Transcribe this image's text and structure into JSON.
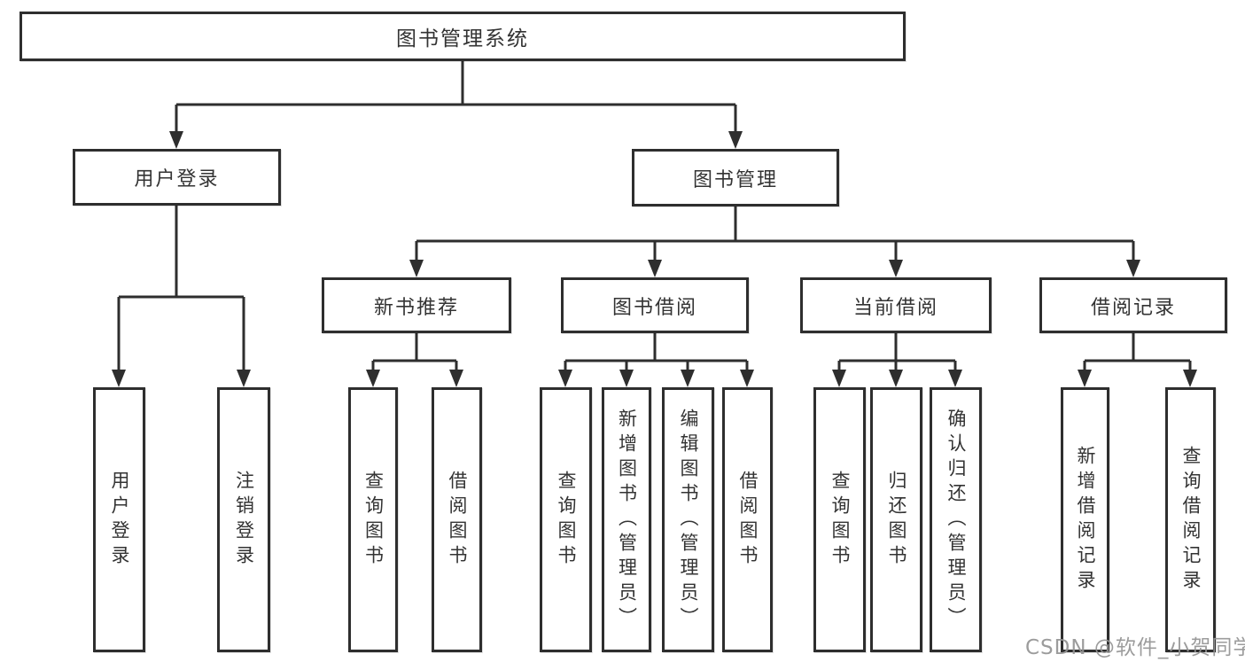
{
  "diagram": {
    "root": {
      "label": "图书管理系统",
      "children": [
        {
          "label": "用户登录",
          "children": [
            {
              "label": "用户登录"
            },
            {
              "label": "注销登录"
            }
          ]
        },
        {
          "label": "图书管理",
          "children": [
            {
              "label": "新书推荐",
              "children": [
                {
                  "label": "查询图书"
                },
                {
                  "label": "借阅图书"
                }
              ]
            },
            {
              "label": "图书借阅",
              "children": [
                {
                  "label": "查询图书"
                },
                {
                  "label": "新增图书（管理员）"
                },
                {
                  "label": "编辑图书（管理员）"
                },
                {
                  "label": "借阅图书"
                }
              ]
            },
            {
              "label": "当前借阅",
              "children": [
                {
                  "label": "查询图书"
                },
                {
                  "label": "归还图书"
                },
                {
                  "label": "确认归还（管理员）"
                }
              ]
            },
            {
              "label": "借阅记录",
              "children": [
                {
                  "label": "新增借阅记录"
                },
                {
                  "label": "查询借阅记录"
                }
              ]
            }
          ]
        }
      ]
    }
  },
  "watermark": {
    "text": "CSDN @软件_小贺同学"
  },
  "colors": {
    "line": "#2e2e2e",
    "text": "#333333",
    "background": "#ffffff",
    "watermark": "#949494"
  }
}
